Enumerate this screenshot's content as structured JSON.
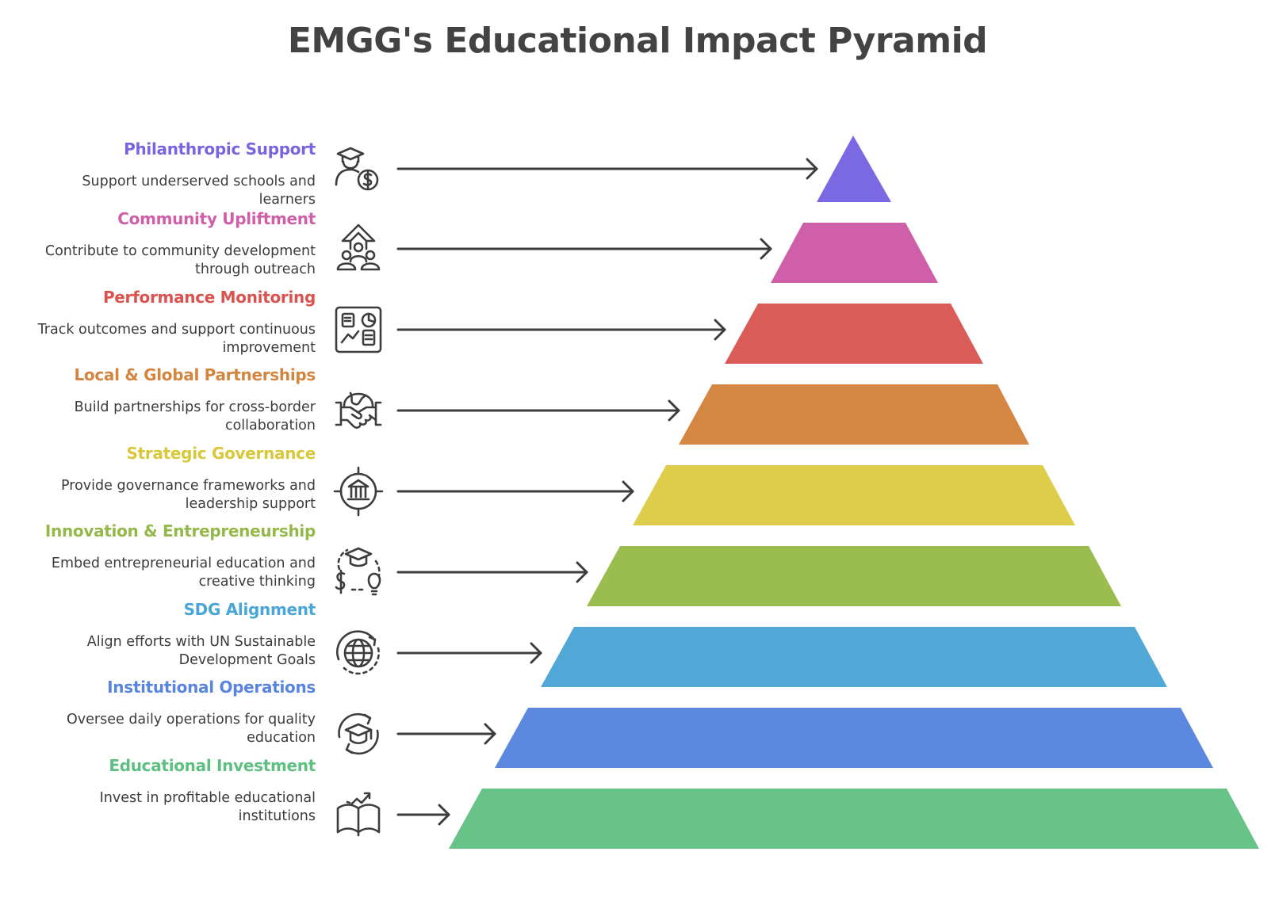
{
  "title": "EMGG's Educational Impact Pyramid",
  "levels": [
    {
      "title": "Philanthropic Support",
      "description": "Support underserved schools and learners",
      "color": "#7B68E3",
      "title_color": "#7B64E0",
      "icon": "graduate-money-icon"
    },
    {
      "title": "Community Upliftment",
      "description": "Contribute to community development through outreach",
      "color": "#CF5FA8",
      "title_color": "#CF5FA8",
      "icon": "community-up-arrow-icon"
    },
    {
      "title": "Performance Monitoring",
      "description": "Track outcomes and support continuous improvement",
      "color": "#D95C59",
      "title_color": "#D9534F",
      "icon": "dashboard-icon"
    },
    {
      "title": "Local & Global Partnerships",
      "description": "Build partnerships for cross-border collaboration",
      "color": "#D48742",
      "title_color": "#D4853E",
      "icon": "globe-handshake-icon"
    },
    {
      "title": "Strategic Governance",
      "description": "Provide governance frameworks and leadership support",
      "color": "#DDCD4A",
      "title_color": "#D8C83A",
      "icon": "institution-target-icon"
    },
    {
      "title": "Innovation & Entrepreneurship",
      "description": "Embed entrepreneurial education and creative thinking",
      "color": "#9BBD4F",
      "title_color": "#95B84A",
      "icon": "graduate-dollar-bulb-icon"
    },
    {
      "title": "SDG Alignment",
      "description": "Align efforts with UN Sustainable Development Goals",
      "color": "#51A8D6",
      "title_color": "#4AA6D6",
      "icon": "globe-cycle-icon"
    },
    {
      "title": "Institutional Operations",
      "description": "Oversee daily operations for quality education",
      "color": "#5C88E0",
      "title_color": "#5A85DE",
      "icon": "graduation-cycle-icon"
    },
    {
      "title": "Educational Investment",
      "description": "Invest in profitable educational institutions",
      "color": "#67C388",
      "title_color": "#5FBF83",
      "icon": "book-growth-icon"
    }
  ]
}
